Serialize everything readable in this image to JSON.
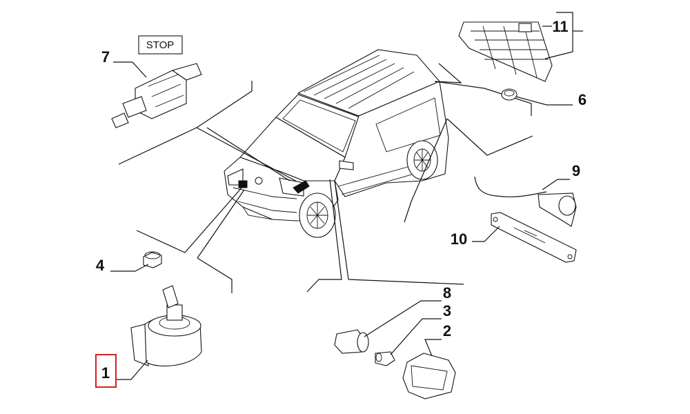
{
  "stop_label": "STOP",
  "callouts": [
    {
      "id": "1",
      "text": "1",
      "highlighted": true
    },
    {
      "id": "2",
      "text": "2",
      "highlighted": false
    },
    {
      "id": "3",
      "text": "3",
      "highlighted": false
    },
    {
      "id": "4",
      "text": "4",
      "highlighted": false
    },
    {
      "id": "6",
      "text": "6",
      "highlighted": false
    },
    {
      "id": "7",
      "text": "7",
      "highlighted": false
    },
    {
      "id": "8",
      "text": "8",
      "highlighted": false
    },
    {
      "id": "9",
      "text": "9",
      "highlighted": false
    },
    {
      "id": "10",
      "text": "10",
      "highlighted": false
    },
    {
      "id": "11",
      "text": "11",
      "highlighted": false
    }
  ],
  "colors": {
    "highlight_box": "#d21f1f",
    "line": "#111111",
    "background": "#ffffff"
  }
}
